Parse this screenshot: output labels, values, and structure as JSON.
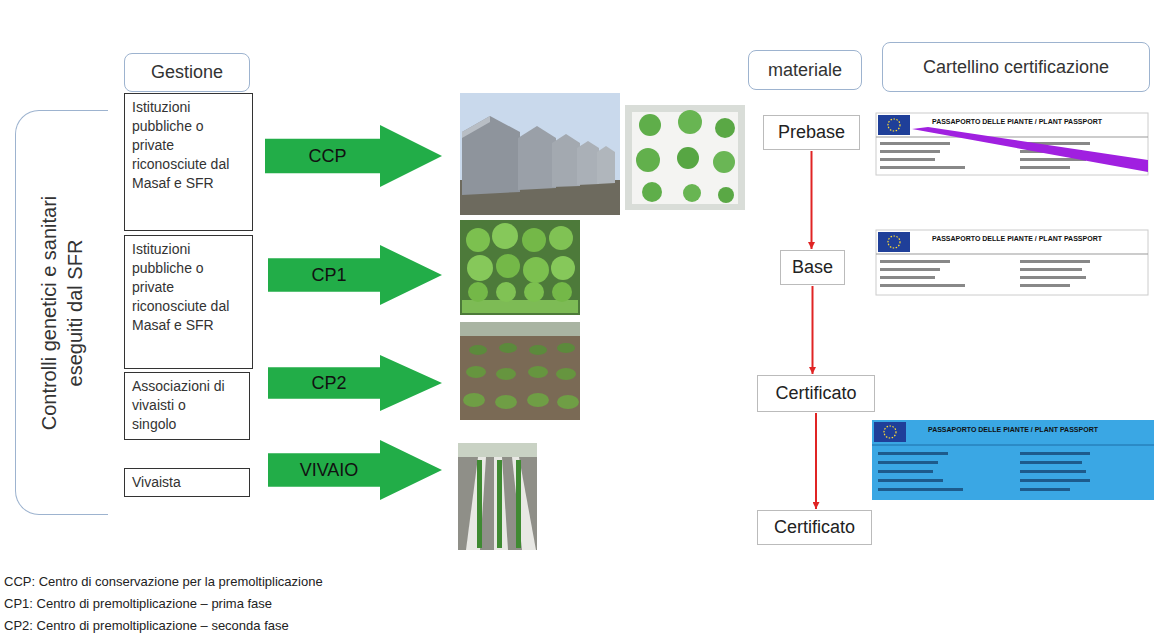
{
  "diagram": {
    "nodes": [
      {
        "text": [
          "Controlli genetici e sanitari eseguiti dal SFR"
        ]
      },
      {
        "text": [
          "Gestione"
        ]
      },
      {
        "text": [
          "Istituzioni pubbliche o private riconosciute dal Masaf e SFR"
        ]
      },
      {
        "text": [
          "CCP"
        ]
      },
      {
        "text": [
          "Istituzioni pubbliche o private riconosciute dal Masaf e SFR"
        ]
      },
      {
        "text": [
          "CP1"
        ]
      },
      {
        "text": [
          "Associazioni di vivaisti o singolo"
        ]
      },
      {
        "text": [
          "CP2"
        ]
      },
      {
        "text": [
          "Vivaista"
        ]
      },
      {
        "text": [
          "VIVAIO"
        ]
      },
      {
        "text": [
          "materiale"
        ]
      },
      {
        "text": [
          "Cartellino certificazione"
        ]
      },
      {
        "text": [
          "Prebase"
        ]
      },
      {
        "text": [
          "Base"
        ]
      },
      {
        "text": [
          "Certificato"
        ]
      },
      {
        "text": [
          "Certificato"
        ]
      }
    ],
    "edges": [
      {
        "from": 12,
        "to": 13,
        "arrow": "to"
      },
      {
        "from": 13,
        "to": 14,
        "arrow": "to"
      },
      {
        "from": 14,
        "to": 15,
        "arrow": "to"
      }
    ],
    "labels": [
      "CCP: Centro di conservazione per la premoltiplicazione",
      "CP1: Centro di premoltiplicazione – prima fase",
      "CP2: Centro di premoltiplicazione – seconda fase",
      "PASSAPORTO DELLE PIANTE / PLANT PASSPORT",
      "PASSAPORTO DELLE PIANTE / PLANT PASSPORT",
      "PASSAPORTO DELLE PIANTE / PLANT PASSPORT"
    ]
  }
}
